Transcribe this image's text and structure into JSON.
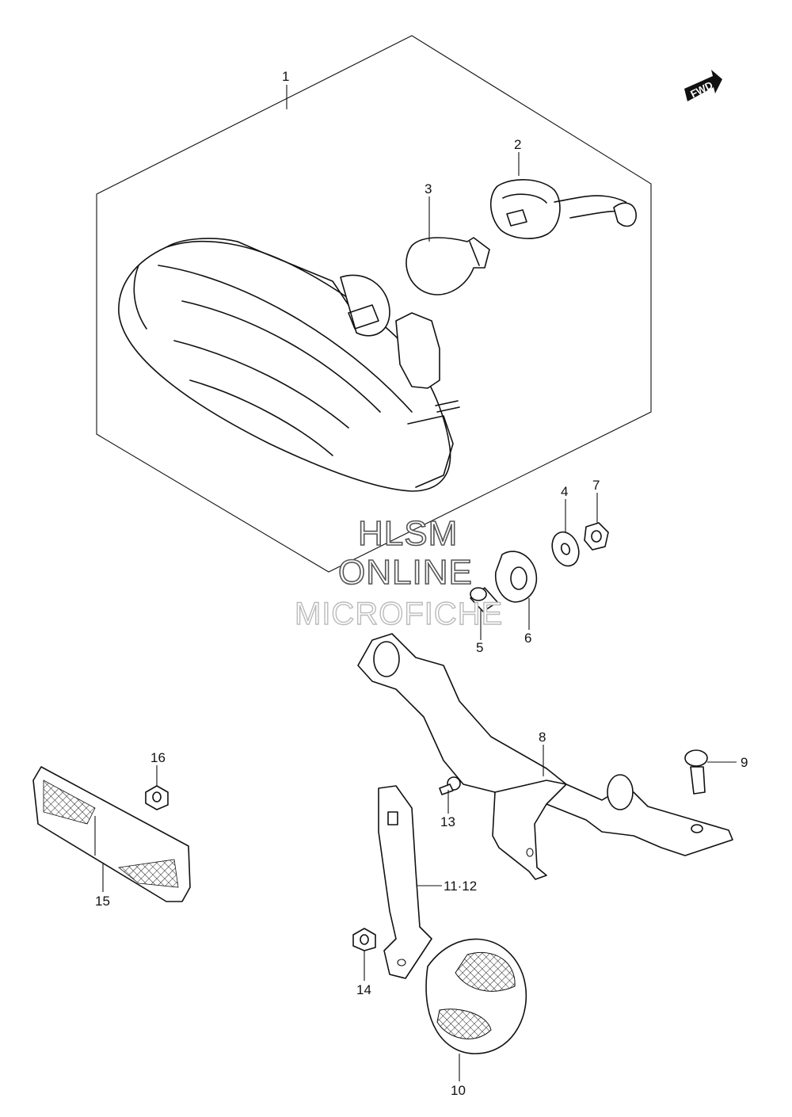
{
  "orientation_label": "FWD",
  "watermark": {
    "line1": "HLSM",
    "line2": "ONLINE",
    "line3": "MICROFICHE"
  },
  "callouts": [
    "1",
    "2",
    "3",
    "4",
    "5",
    "6",
    "7",
    "8",
    "9",
    "10",
    "11·12",
    "13",
    "14",
    "15",
    "16"
  ]
}
